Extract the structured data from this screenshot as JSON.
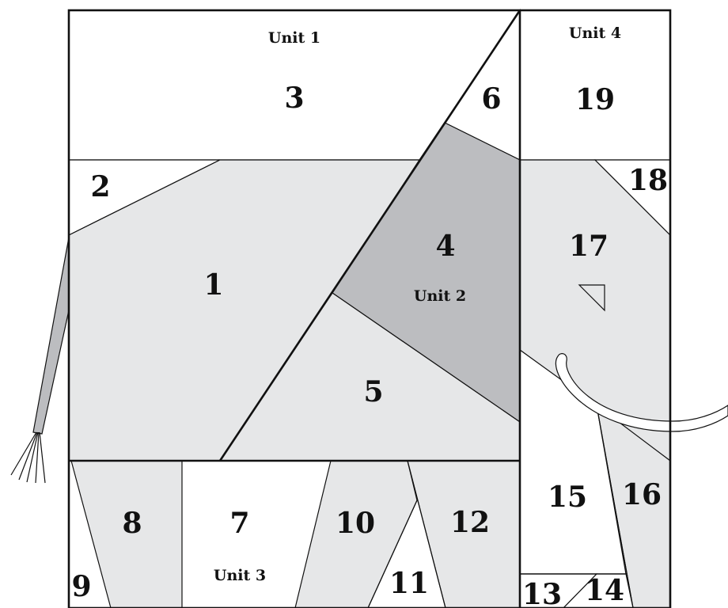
{
  "colors": {
    "background": "#ffffff",
    "light_fill": "#e6e7e8",
    "dark_fill": "#bcbdc0",
    "line": "#111111"
  },
  "units": {
    "unit_1": "Unit 1",
    "unit_2": "Unit 2",
    "unit_3": "Unit 3",
    "unit_4": "Unit 4"
  },
  "pieces": {
    "p1": "1",
    "p2": "2",
    "p3": "3",
    "p4": "4",
    "p5": "5",
    "p6": "6",
    "p7": "7",
    "p8": "8",
    "p9": "9",
    "p10": "10",
    "p11": "11",
    "p12": "12",
    "p13": "13",
    "p14": "14",
    "p15": "15",
    "p16": "16",
    "p17": "17",
    "p18": "18",
    "p19": "19"
  }
}
